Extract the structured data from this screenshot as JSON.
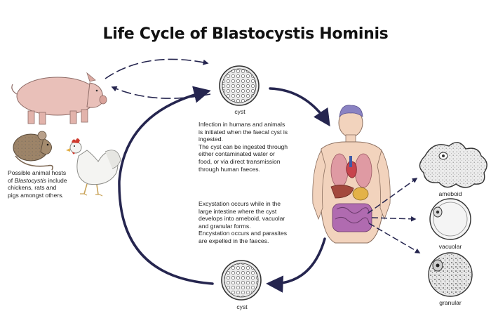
{
  "title": "Life Cycle of Blastocystis Hominis",
  "cyst_top_label": "cyst",
  "cyst_bottom_label": "cyst",
  "hosts_text": {
    "line1": "Possible animal hosts",
    "line2_prefix": "of ",
    "line2_italic": "Blastocystis",
    "line2_suffix": " include",
    "line3": "chickens, rats and",
    "line4": "pigs amongst others."
  },
  "infection_text": [
    "Infection in humans and animals",
    "is initiated when the faecal cyst is",
    "ingested.",
    "The cyst can be ingested through",
    "either contaminated water or",
    "food, or via direct transmission",
    "through human faeces."
  ],
  "excystation_text": [
    "Excystation occurs while in the",
    "large intestine where the cyst",
    "develops into ameboid, vacuolar",
    "and granular forms.",
    "Encystation occurs and parasites",
    "are expelled in the faeces."
  ],
  "forms": {
    "ameboid": "ameboid",
    "vacuolar": "vacuolar",
    "granular": "granular"
  },
  "colors": {
    "arrow": "#25254f",
    "cyst_fill": "#e9e9e9",
    "pig": "#e9c0b9",
    "rat": "#9d8468",
    "chicken_comb": "#cf3b2f",
    "skin": "#f2d3bd",
    "brain": "#8a82c2",
    "lung": "#df9aa3",
    "heart": "#c7434d",
    "liver": "#a3493d",
    "intestine": "#b06bb0"
  }
}
